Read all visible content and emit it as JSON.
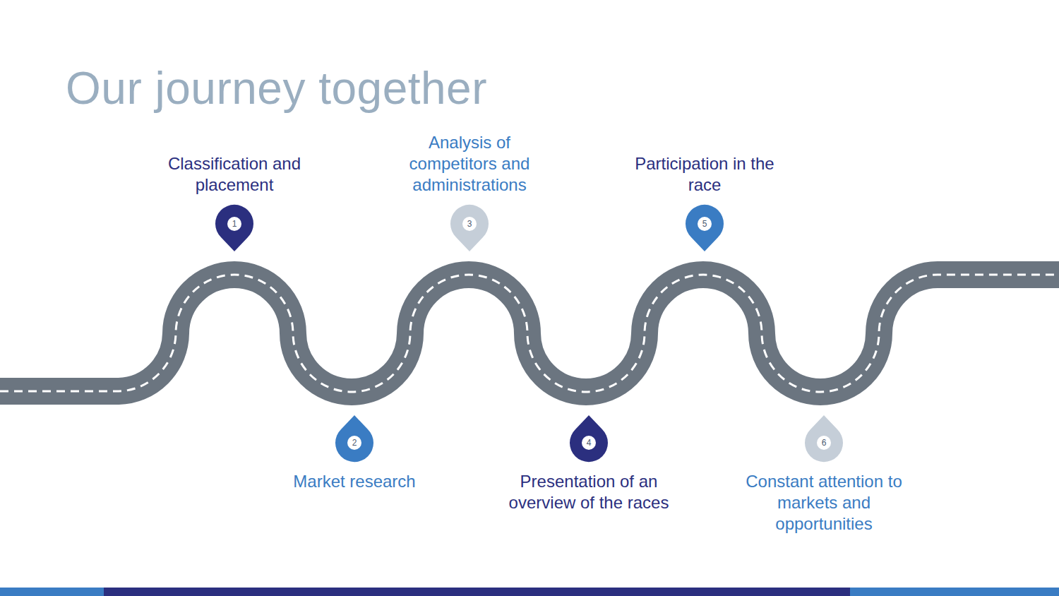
{
  "diagram": {
    "title": "Our journey together",
    "nodes": [
      {
        "text": [
          "1",
          "Classification and placement"
        ]
      },
      {
        "text": [
          "2",
          "Market research"
        ]
      },
      {
        "text": [
          "3",
          "Analysis of competitors and administrations"
        ]
      },
      {
        "text": [
          "4",
          "Presentation of an overview of the races"
        ]
      },
      {
        "text": [
          "5",
          "Participation in the race"
        ]
      },
      {
        "text": [
          "6",
          "Constant attention to markets and opportunities"
        ]
      }
    ]
  }
}
